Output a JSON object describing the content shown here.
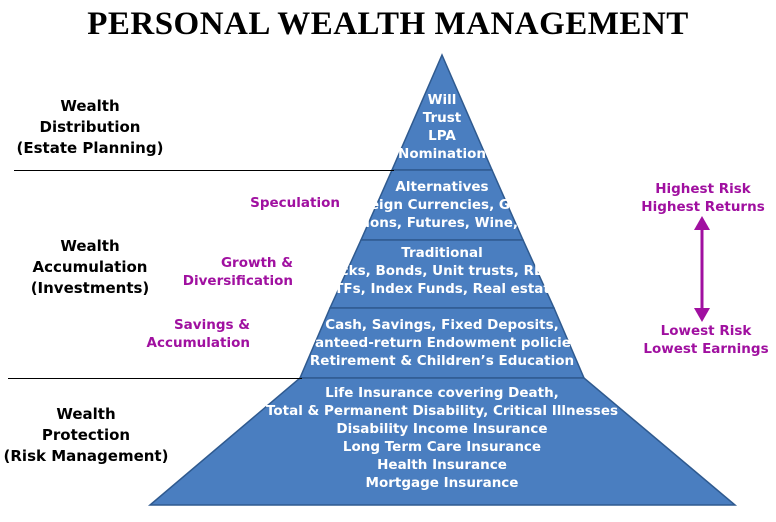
{
  "title": "PERSONAL WEALTH MANAGEMENT",
  "colors": {
    "tier_fill": "#4a7ec0",
    "tier_stroke": "#2f5a8f",
    "accent_purple": "#a010a0",
    "section_text": "#000000"
  },
  "sections": [
    {
      "lines": [
        "Wealth",
        "Distribution",
        "(Estate Planning)"
      ]
    },
    {
      "lines": [
        "Wealth",
        "Accumulation",
        "(Investments)"
      ]
    },
    {
      "lines": [
        "Wealth",
        "Protection",
        "(Risk Management)"
      ]
    }
  ],
  "tiers": [
    {
      "lines": [
        "Will",
        "Trust",
        "LPA",
        "Nomination"
      ]
    },
    {
      "lines": [
        "Alternatives",
        "Foreign Currencies, Gold,",
        "Options, Futures, Wine, Art"
      ]
    },
    {
      "lines": [
        "Traditional",
        "Stocks, Bonds, Unit trusts, REITs.",
        "ETFs, Index Funds, Real estate"
      ]
    },
    {
      "lines": [
        "Cash, Savings, Fixed Deposits,",
        "Guaranteed-return Endowment policies for",
        "Retirement & Children’s Education"
      ]
    },
    {
      "lines": [
        "Life Insurance covering Death,",
        "Total & Permanent Disability, Critical Illnesses",
        "Disability Income Insurance",
        "Long Term Care Insurance",
        "Health Insurance",
        "Mortgage Insurance"
      ]
    }
  ],
  "side_labels": [
    {
      "lines": [
        "Speculation"
      ]
    },
    {
      "lines": [
        "Growth &",
        "Diversification"
      ]
    },
    {
      "lines": [
        "Savings &",
        "Accumulation"
      ]
    }
  ],
  "risk": {
    "top": [
      "Highest Risk",
      "Highest Returns"
    ],
    "bottom": [
      "Lowest Risk",
      "Lowest Earnings"
    ]
  }
}
